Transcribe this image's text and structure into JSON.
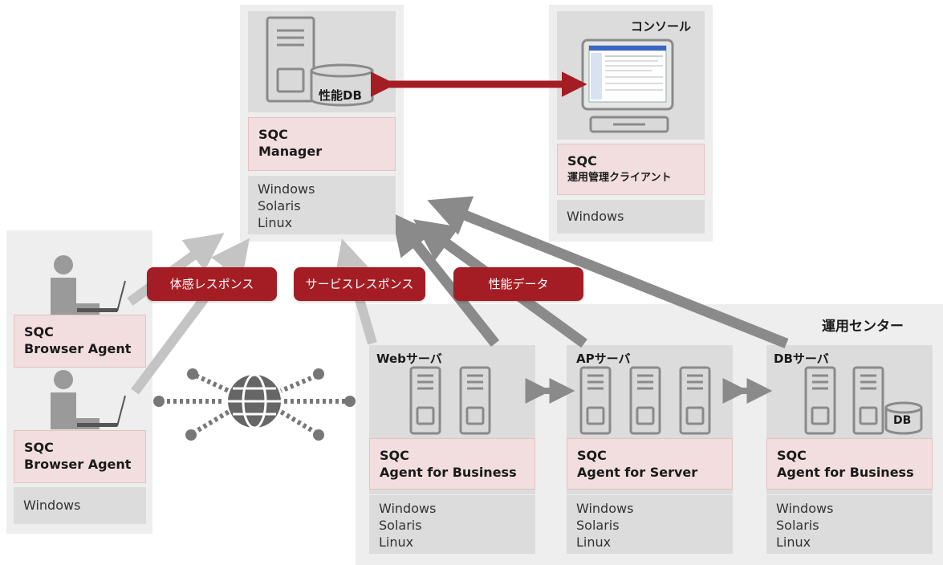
{
  "manager": {
    "db_label": "性能DB",
    "product": [
      "SQC",
      "Manager"
    ],
    "os": [
      "Windows",
      "Solaris",
      "Linux"
    ]
  },
  "console": {
    "title": "コンソール",
    "product": [
      "SQC",
      "運用管理クライアント"
    ],
    "os": [
      "Windows"
    ]
  },
  "browser_agents": {
    "agent1": [
      "SQC",
      "Browser Agent"
    ],
    "agent2": [
      "SQC",
      "Browser Agent"
    ],
    "os": [
      "Windows"
    ]
  },
  "flows": {
    "experience_response": "体感レスポンス",
    "service_response": "サービスレスポンス",
    "performance_data": "性能データ"
  },
  "center": {
    "title": "運用センター",
    "web": {
      "title": "Webサーバ",
      "product": [
        "SQC",
        "Agent for Business"
      ],
      "os": [
        "Windows",
        "Solaris",
        "Linux"
      ]
    },
    "ap": {
      "title": "APサーバ",
      "product": [
        "SQC",
        "Agent for Server"
      ],
      "os": [
        "Windows",
        "Solaris",
        "Linux"
      ]
    },
    "db": {
      "title": "DBサーバ",
      "db_label": "DB",
      "product": [
        "SQC",
        "Agent for Business"
      ],
      "os": [
        "Windows",
        "Solaris",
        "Linux"
      ]
    }
  },
  "colors": {
    "accent": "#a51d24",
    "panel": "#eeeeee",
    "product_box": "#f2dede",
    "os_box": "#dcdcdc",
    "arrow": "#8a8a8a"
  }
}
